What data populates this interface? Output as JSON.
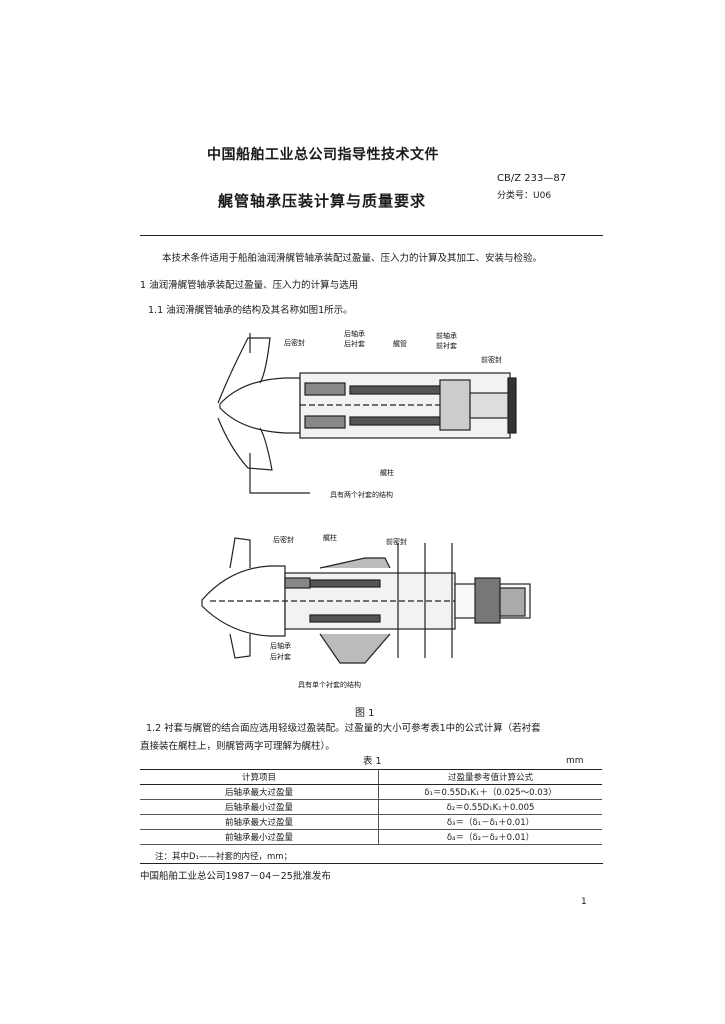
{
  "header": {
    "org": "中国船舶工业总公司指导性技术文件",
    "standard_code": "CB/Z 233—87",
    "classification": "分类号：U06",
    "title": "艉管轴承压装计算与质量要求"
  },
  "body": {
    "intro": "本技术条件适用于船舶油润滑艉管轴承装配过盈量、压入力的计算及其加工、安装与检验。",
    "section1": "1  油润滑艉管轴承装配过盈量、压入力的计算与选用",
    "section1_1": "1.1  油润滑艉管轴承的结构及其名称如图1所示。",
    "para1_2_line1": "1.2  衬套与艉管的结合面应选用轻级过盈装配。过盈量的大小可参考表1中的公式计算（若衬套",
    "para1_2_line2": "直接装在艉柱上，则艉管两字可理解为艉柱）。"
  },
  "figure": {
    "top_labels": {
      "rear_seal": "后密封",
      "rear_bearing": "后轴承",
      "rear_liner": "后衬套",
      "stern_tube": "艉管",
      "front_bearing": "前轴承",
      "front_liner": "前衬套",
      "front_seal": "前密封",
      "stern_post": "艉柱"
    },
    "bottom_labels": {
      "rear_seal": "后密封",
      "stern_post": "艉柱",
      "front_seal": "前密封",
      "rear_bearing": "后轴承",
      "rear_liner": "后衬套"
    },
    "caption_top": "具有两个衬套的结构",
    "caption_bottom": "具有单个衬套的结构",
    "label": "图 1"
  },
  "table": {
    "label": "表 1",
    "unit": "mm",
    "headers": [
      "计算项目",
      "过盈量参考值计算公式"
    ],
    "rows": [
      [
        "后轴承最大过盈量",
        "δ₁＝0.55D₁K₁＋（0.025～0.03）"
      ],
      [
        "后轴承最小过盈量",
        "δ₂＝0.55D₁K₁＋0.005"
      ],
      [
        "前轴承最大过盈量",
        "δ₃＝（δ₁－δ₁＋0.01）"
      ],
      [
        "前轴承最小过盈量",
        "δ₄＝（δ₂－δ₂＋0.01）"
      ]
    ],
    "note": "注：其中D₁——衬套的内径，mm；"
  },
  "footer": {
    "publisher": "中国船舶工业总公司1987－04－25批准发布",
    "page_number": "1"
  }
}
